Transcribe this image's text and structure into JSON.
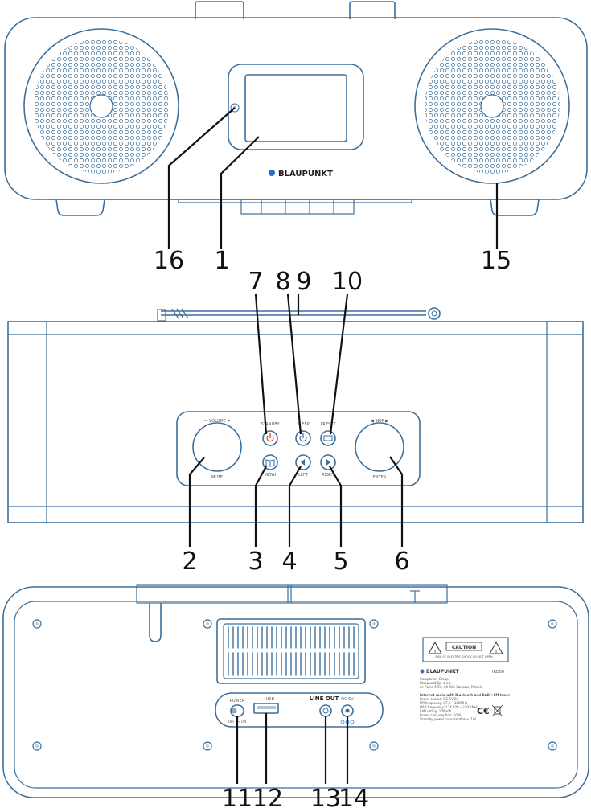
{
  "front_view": {
    "brand": "BLAUPUNKT",
    "callouts": {
      "c16": "16",
      "c1": "1",
      "c15": "15"
    }
  },
  "top_view": {
    "labels": {
      "volume": "— VOLUME +",
      "mute": "MUTE",
      "standby": "STANDBY",
      "sleep": "SLEEP",
      "preset": "PRESET",
      "menu": "MENU",
      "left": "LEFT",
      "right": "RIGHT",
      "skip": "◀  SKIP  ▶",
      "enter": "ENTER"
    },
    "callouts": {
      "c7": "7",
      "c8": "8",
      "c9": "9",
      "c10": "10",
      "c2": "2",
      "c3": "3",
      "c4": "4",
      "c5": "5",
      "c6": "6"
    }
  },
  "back_view": {
    "caution": "CAUTION",
    "caution_sub": "RISK OF ELECTRIC SHOCK DO NOT OPEN",
    "brand": "BLAUPUNKT",
    "model": "IRD80",
    "company_lines": [
      "Companies Group",
      "Bluepunkt Sp. z o.o.",
      "ul. Polna 6/9A, 00-001 Warsaw, Poland"
    ],
    "spec_lines": [
      "Internet radio with Bluetooth and DAB/+FM tuner",
      "Power source: DC 5V/2A",
      "FM frequency: 87.5 – 108MHz",
      "DAB frequency: 174.928 – 239.2MHz",
      "LAN rating: 100mW",
      "Power consumption: 10W",
      "Standby power consumption < 1W"
    ],
    "labels": {
      "power": "POWER",
      "onoff": "OFF ⟷ ON",
      "usb": "⊸ USB",
      "lineout": "LINE OUT",
      "dc": "DC 5V"
    },
    "callouts": {
      "c11": "11",
      "c12": "12",
      "c13": "13",
      "c14": "14"
    }
  }
}
